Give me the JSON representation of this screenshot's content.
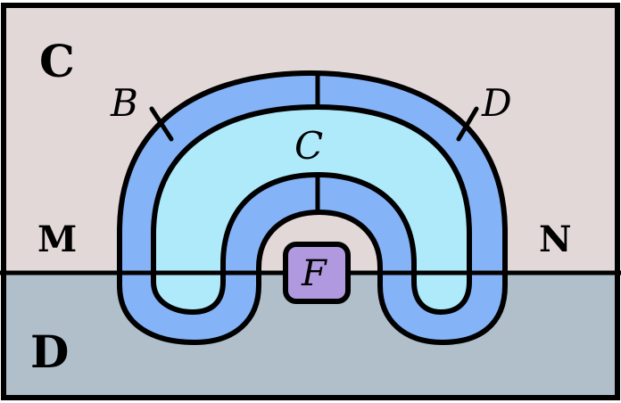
{
  "regions": {
    "upper": {
      "label": "C",
      "color": "#e3d8d8"
    },
    "lower": {
      "label": "D",
      "color": "#b0bfca"
    }
  },
  "boundary": {
    "left_label": "M",
    "right_label": "N"
  },
  "bands": {
    "outer_left_label": "B",
    "outer_right_label": "D",
    "outer_color": "#84b4f7",
    "middle_label": "C",
    "middle_color": "#aeeafa"
  },
  "box": {
    "label": "F",
    "color": "#b199df"
  }
}
